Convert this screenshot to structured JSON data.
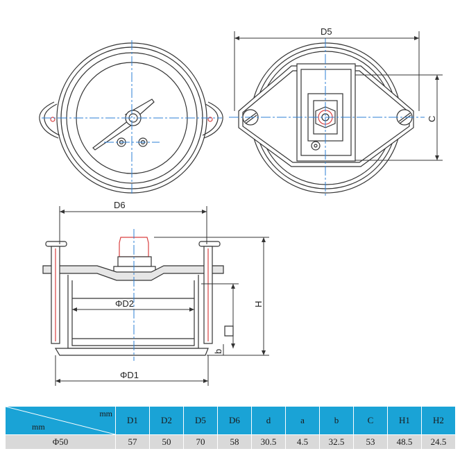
{
  "drawing_labels": {
    "d5": "D5",
    "c": "C",
    "d6": "D6",
    "h": "H",
    "d2": "ΦD2",
    "d1": "ΦD1",
    "b": "b"
  },
  "table": {
    "corner_top": "mm",
    "corner_bottom": "mm",
    "headers": [
      "D1",
      "D2",
      "D5",
      "D6",
      "d",
      "a",
      "b",
      "C",
      "H1",
      "H2"
    ],
    "rows": [
      {
        "label": "Φ50",
        "values": [
          "57",
          "50",
          "70",
          "58",
          "30.5",
          "4.5",
          "32.5",
          "53",
          "48.5",
          "24.5"
        ]
      }
    ]
  },
  "colors": {
    "header_bg": "#1aa3d6",
    "row_bg": "#d9d9d9",
    "centerline": "#2b7fd6",
    "accent": "#d94040",
    "line": "#333333"
  }
}
